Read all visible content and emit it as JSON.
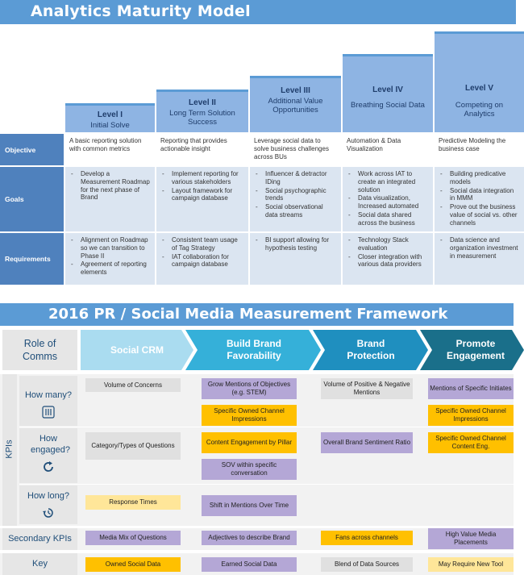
{
  "maturity": {
    "title": "Analytics Maturity Model",
    "levels": [
      {
        "name": "Level I",
        "desc": "Initial Solve"
      },
      {
        "name": "Level II",
        "desc": "Long Term Solution Success"
      },
      {
        "name": "Level III",
        "desc": "Additional Value Opportunities"
      },
      {
        "name": "Level IV",
        "desc": "Breathing Social Data"
      },
      {
        "name": "Level V",
        "desc": "Competing on Analytics"
      }
    ],
    "rows": {
      "objective": "Objective",
      "goals": "Goals",
      "requirements": "Requirements"
    },
    "objective": [
      "A basic reporting solution with common metrics",
      "Reporting that provides actionable insight",
      "Leverage social data to solve business challenges across BUs",
      "Automation & Data Visualization",
      "Predictive Modeling the business case"
    ],
    "goals": [
      [
        "Develop a Measurement Roadmap for the next phase of Brand"
      ],
      [
        "Implement reporting for various stakeholders",
        "Layout framework for campaign database"
      ],
      [
        "Influencer & detractor IDing",
        "Social psychographic trends",
        "Social observational data streams"
      ],
      [
        "Work across IAT to create an integrated solution",
        "Data visualization, Increased automated",
        "Social data shared across the business"
      ],
      [
        "Building predicative models",
        "Social data integration in MMM",
        "Prove out the business value of social vs. other channels"
      ]
    ],
    "requirements": [
      [
        "Alignment on Roadmap so we can transition to Phase II",
        "Agreement of reporting elements"
      ],
      [
        "Consistent team usage of Tag Strategy",
        "IAT collaboration for campaign database"
      ],
      [
        "BI support allowing for hypothesis testing"
      ],
      [
        "Technology Stack evaluation",
        "Closer integration with various data providers"
      ],
      [
        "Data science and organization investment in measurement"
      ]
    ]
  },
  "framework": {
    "title": "2016 PR / Social Media Measurement Framework",
    "role": "Role of Comms",
    "stages": [
      "Social CRM",
      "Build Brand Favorability",
      "Brand Protection",
      "Promote Engagement"
    ],
    "stage_colors": [
      "#aadcf0",
      "#35b0d9",
      "#1f8fbf",
      "#1a6f8a"
    ],
    "kpis_label": "KPIs",
    "how_many": "How many?",
    "how_engaged": "How engaged?",
    "how_long": "How long?",
    "icons": {
      "how_many": "sliders-icon",
      "how_engaged": "refresh-icon",
      "how_long": "clock-icon"
    },
    "cells": {
      "volume_concerns": "Volume of Concerns",
      "grow_mentions": "Grow Mentions of Objectives (e.g. STEM)",
      "volume_pos_neg": "Volume of Positive & Negative Mentions",
      "mentions_initiates": "Mentions of Specific Initiates",
      "owned_channel_1": "Specific Owned Channel Impressions",
      "owned_channel_2": "Specific Owned Channel Impressions",
      "category_questions": "Category/Types of Questions",
      "content_engagement": "Content Engagement by Pillar",
      "brand_sentiment": "Overall Brand Sentiment Ratio",
      "owned_content_eng": "Specific Owned Channel Content Eng.",
      "sov": "SOV within specific conversation",
      "response_times": "Response Times",
      "shift_mentions": "Shift in Mentions Over Time",
      "media_mix": "Media Mix of Questions",
      "adjectives": "Adjectives to describe Brand",
      "fans_channels": "Fans across channels",
      "high_value": "High Value Media Placements"
    },
    "secondary": "Secondary KPIs",
    "key_label": "Key",
    "key": [
      "Owned Social Data",
      "Earned Social Data",
      "Blend of Data Sources",
      "May Require New Tool"
    ]
  }
}
